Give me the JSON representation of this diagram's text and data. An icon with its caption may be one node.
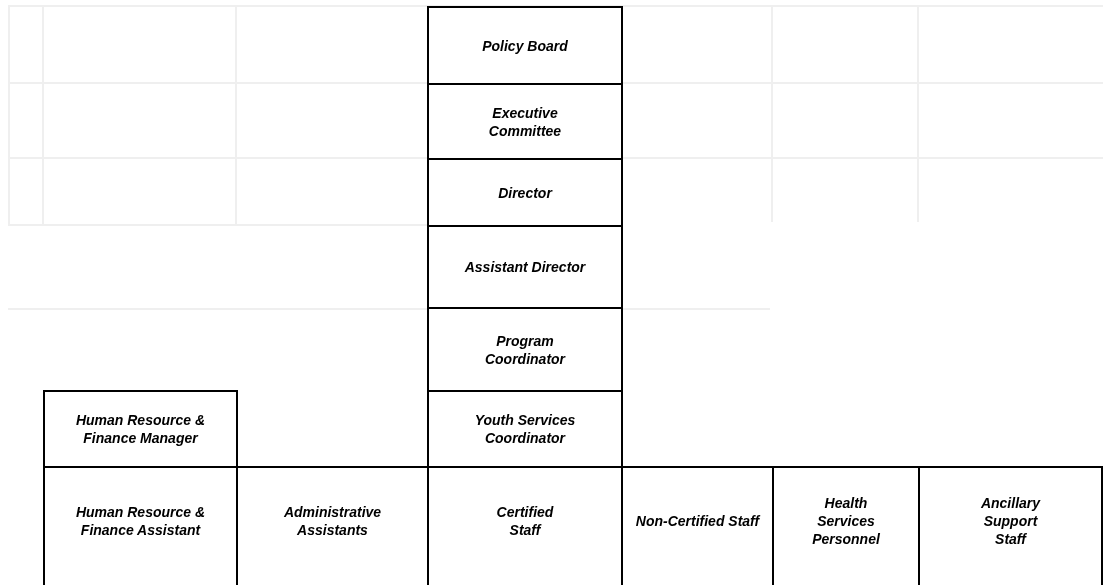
{
  "diagram": {
    "nodes": [
      {
        "text": [
          "Policy Board"
        ]
      },
      {
        "text": [
          "Executive Committee"
        ]
      },
      {
        "text": [
          "Director"
        ]
      },
      {
        "text": [
          "Assistant Director"
        ]
      },
      {
        "text": [
          "Program Coordinator"
        ]
      },
      {
        "text": [
          "Human Resource & Finance Manager"
        ]
      },
      {
        "text": [
          "Youth Services Coordinator"
        ]
      },
      {
        "text": [
          "Human Resource & Finance Assistant"
        ]
      },
      {
        "text": [
          "Administrative Assistants"
        ]
      },
      {
        "text": [
          "Certified Staff"
        ]
      },
      {
        "text": [
          "Non-Certified Staff"
        ]
      },
      {
        "text": [
          "Health Services Personnel"
        ]
      },
      {
        "text": [
          "Ancillary Support Staff"
        ]
      }
    ]
  }
}
